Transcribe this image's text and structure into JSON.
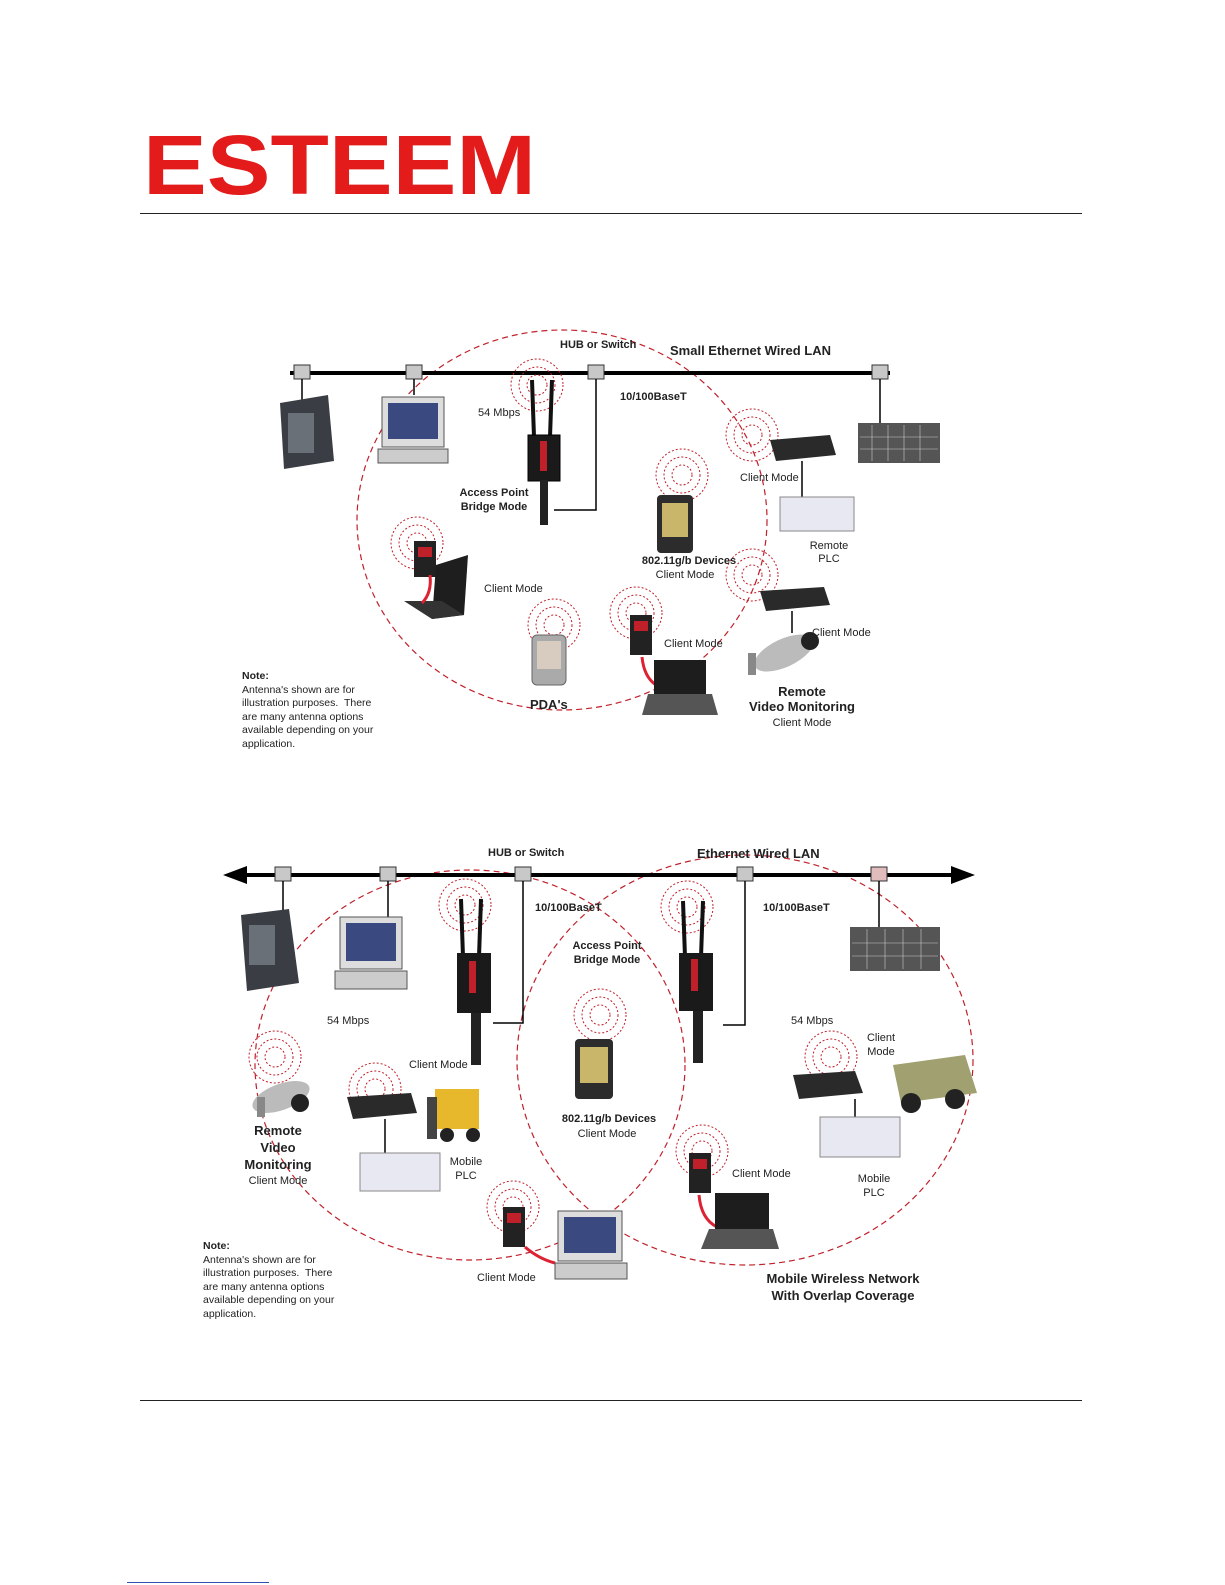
{
  "logo": {
    "text": "ESTEEM",
    "color": "#e41b1b"
  },
  "diagram1": {
    "hub": "HUB or Switch",
    "lan": "Small Ethernet Wired LAN",
    "speed": "54 Mbps",
    "basetee": "10/100BaseT",
    "ap_line1": "Access Point",
    "ap_line2": "Bridge Mode",
    "client_plc": "Client Mode",
    "remote_plc_1": "Remote",
    "remote_plc_2": "PLC",
    "devices": "802.11g/b Devices",
    "devices_mode": "Client Mode",
    "laptop_client": "Client Mode",
    "pda_client": "Client Mode",
    "camera_client": "Client Mode",
    "pdas": "PDA's",
    "video_1": "Remote",
    "video_2": "Video Monitoring",
    "video_mode": "Client Mode",
    "note_title": "Note:",
    "note_body": "Antenna's shown are for\nillustration purposes.  There\nare many antenna options\navailable depending on your\napplication."
  },
  "diagram2": {
    "hub": "HUB or Switch",
    "lan": "Ethernet Wired LAN",
    "basetee_left": "10/100BaseT",
    "basetee_right": "10/100BaseT",
    "ap_line1": "Access Point",
    "ap_line2": "Bridge Mode",
    "speed_left": "54 Mbps",
    "speed_right": "54 Mbps",
    "client_top_right_1": "Client",
    "client_top_right_2": "Mode",
    "client_forklift": "Client Mode",
    "video_1": "Remote",
    "video_2": "Video",
    "video_3": "Monitoring",
    "video_mode": "Client Mode",
    "mobile_plc_left_1": "Mobile",
    "mobile_plc_left_2": "PLC",
    "devices": "802.11g/b Devices",
    "devices_mode": "Client Mode",
    "laptop_client": "Client Mode",
    "mobile_plc_right_1": "Mobile",
    "mobile_plc_right_2": "PLC",
    "desktop_client": "Client Mode",
    "mobile_net_1": "Mobile Wireless Network",
    "mobile_net_2": "With Overlap Coverage",
    "note_title": "Note:",
    "note_body": "Antenna's shown are for\nillustration purposes.  There\nare many antenna options\navailable depending on your\napplication."
  }
}
